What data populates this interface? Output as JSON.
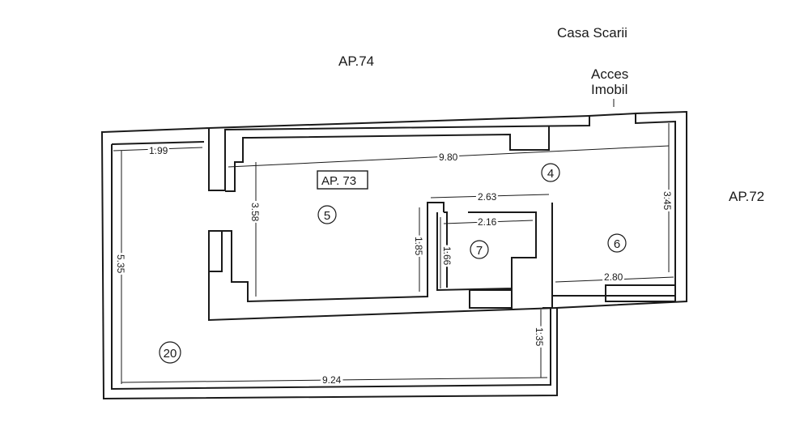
{
  "labels": {
    "stair_hall": "Casa Scarii",
    "neighbor_left": "AP.74",
    "access_line1": "Acces",
    "access_line2": "Imobil",
    "neighbor_right": "AP.72",
    "apartment": "AP. 73"
  },
  "rooms": {
    "r4": "4",
    "r5": "5",
    "r6": "6",
    "r7": "7",
    "r20": "20"
  },
  "dimensions": {
    "d_199": "1.99",
    "d_980": "9.80",
    "d_263": "2.63",
    "d_216": "2.16",
    "d_358": "3.58",
    "d_345": "3.45",
    "d_185": "1.85",
    "d_166": "1.66",
    "d_280": "2.80",
    "d_535": "5.35",
    "d_135": "1.35",
    "d_924": "9.24"
  }
}
